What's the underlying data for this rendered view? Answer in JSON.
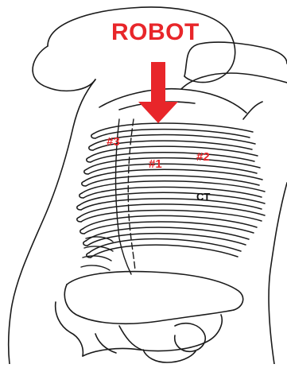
{
  "figure": {
    "title": "ROBOT",
    "port_labels": [
      "#1",
      "#2",
      "#3"
    ],
    "ct_label": "CT"
  },
  "colors": {
    "accent": "#e8262a",
    "ink": "#1a1a1a",
    "background": "#ffffff"
  }
}
